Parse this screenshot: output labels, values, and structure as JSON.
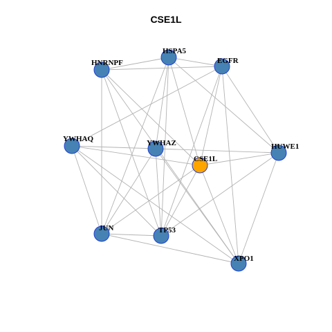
{
  "title": "CSE1L",
  "colors": {
    "node": "#4682b4",
    "focus": "#ffa500",
    "edge": "#b3b3b3",
    "border": "#1f3fd6"
  },
  "nodes": [
    {
      "id": "HSPA5",
      "focus": false
    },
    {
      "id": "EGFR",
      "focus": false
    },
    {
      "id": "HNRNPF",
      "focus": false
    },
    {
      "id": "YWHAQ",
      "focus": false
    },
    {
      "id": "YWHAZ",
      "focus": false
    },
    {
      "id": "CSE1L",
      "focus": true
    },
    {
      "id": "HUWE1",
      "focus": false
    },
    {
      "id": "JUN",
      "focus": false
    },
    {
      "id": "TP53",
      "focus": false
    },
    {
      "id": "XPO1",
      "focus": false
    }
  ],
  "edges": [
    [
      "HNRNPF",
      "HSPA5"
    ],
    [
      "HNRNPF",
      "EGFR"
    ],
    [
      "HSPA5",
      "EGFR"
    ],
    [
      "HNRNPF",
      "JUN"
    ],
    [
      "HNRNPF",
      "TP53"
    ],
    [
      "HNRNPF",
      "XPO1"
    ],
    [
      "HNRNPF",
      "CSE1L"
    ],
    [
      "HSPA5",
      "JUN"
    ],
    [
      "HSPA5",
      "TP53"
    ],
    [
      "HSPA5",
      "HUWE1"
    ],
    [
      "HSPA5",
      "CSE1L"
    ],
    [
      "HSPA5",
      "YWHAZ"
    ],
    [
      "EGFR",
      "YWHAQ"
    ],
    [
      "EGFR",
      "HUWE1"
    ],
    [
      "EGFR",
      "TP53"
    ],
    [
      "EGFR",
      "XPO1"
    ],
    [
      "EGFR",
      "CSE1L"
    ],
    [
      "YWHAQ",
      "YWHAZ"
    ],
    [
      "YWHAQ",
      "CSE1L"
    ],
    [
      "YWHAQ",
      "JUN"
    ],
    [
      "YWHAQ",
      "TP53"
    ],
    [
      "YWHAQ",
      "XPO1"
    ],
    [
      "YWHAZ",
      "HUWE1"
    ],
    [
      "YWHAZ",
      "JUN"
    ],
    [
      "YWHAZ",
      "TP53"
    ],
    [
      "YWHAZ",
      "XPO1"
    ],
    [
      "CSE1L",
      "HUWE1"
    ],
    [
      "CSE1L",
      "JUN"
    ],
    [
      "CSE1L",
      "TP53"
    ],
    [
      "CSE1L",
      "XPO1"
    ],
    [
      "HUWE1",
      "TP53"
    ],
    [
      "HUWE1",
      "XPO1"
    ],
    [
      "JUN",
      "TP53"
    ],
    [
      "JUN",
      "XPO1"
    ]
  ]
}
